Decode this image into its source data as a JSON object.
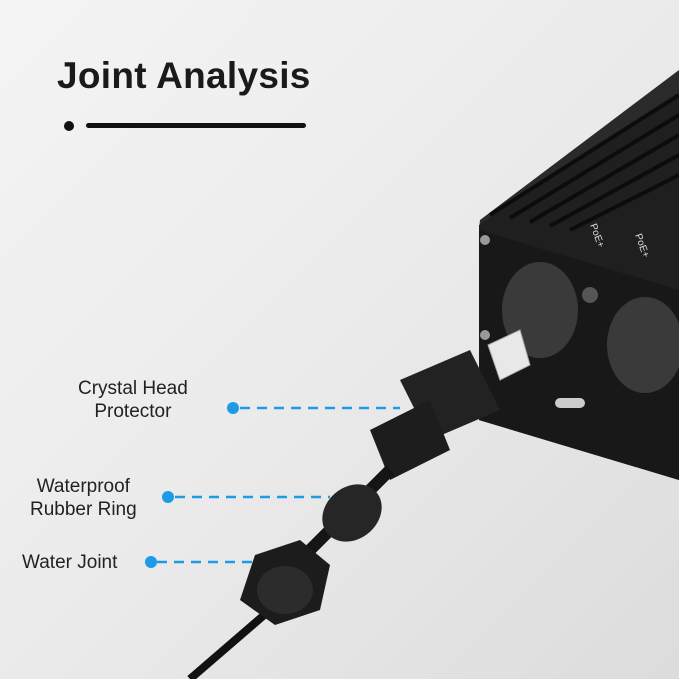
{
  "header": {
    "title": "Joint Analysis"
  },
  "callouts": [
    {
      "label_line1": "Crystal Head",
      "label_line2": "Protector"
    },
    {
      "label_line1": "Waterproof",
      "label_line2": "Rubber Ring"
    },
    {
      "label_line1": "Water Joint"
    }
  ],
  "device": {
    "port_labels": [
      "PoE+",
      "PoE+"
    ]
  },
  "colors": {
    "accent": "#1e9be6",
    "device": "#1c1c1c"
  }
}
